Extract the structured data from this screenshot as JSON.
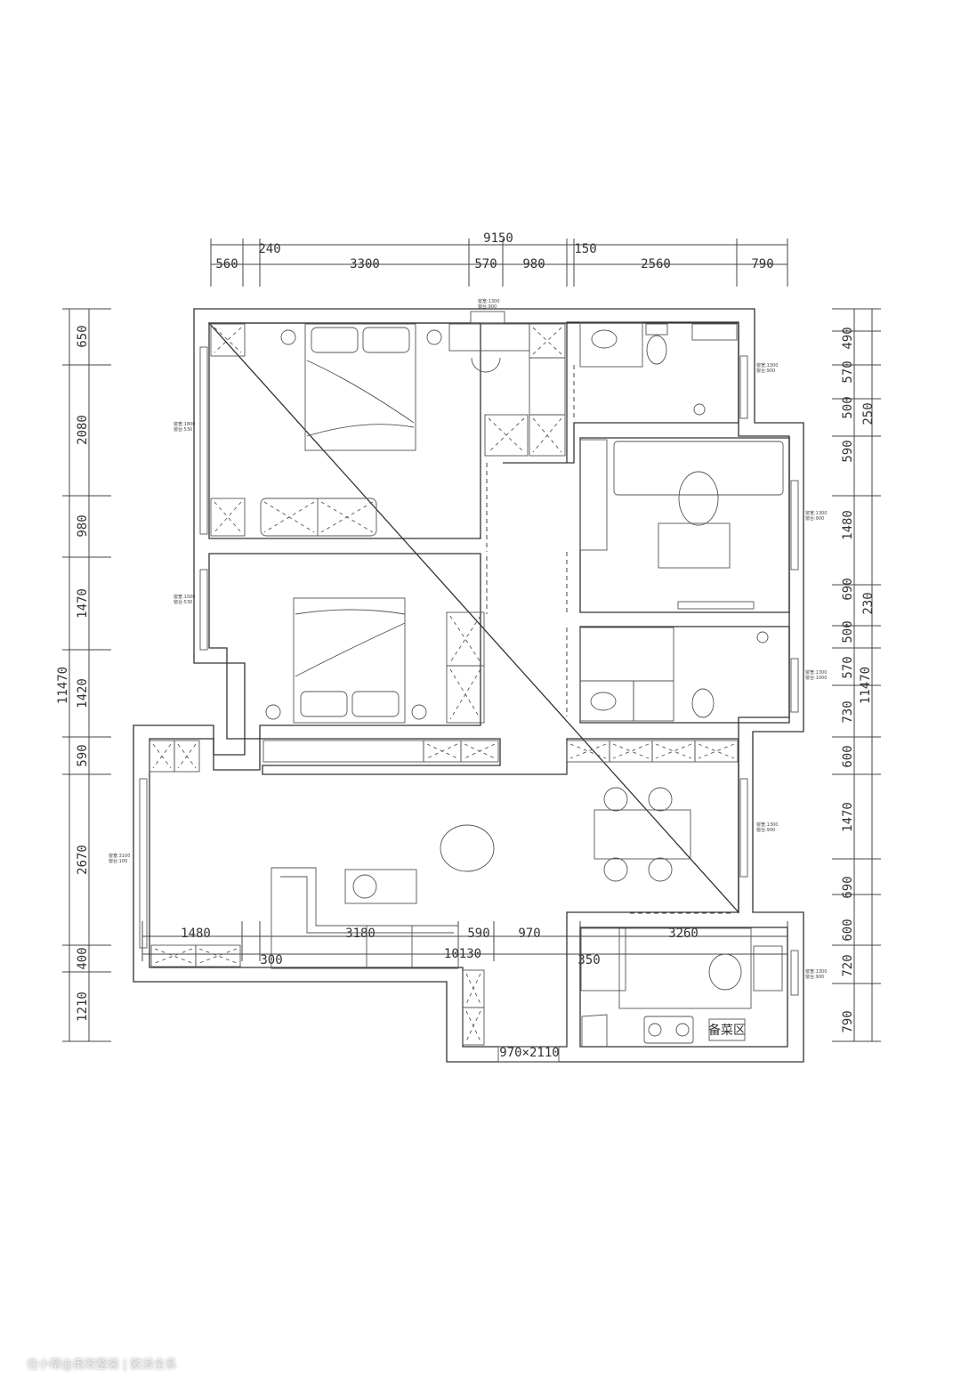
{
  "title": "户型平面布置图",
  "dimensions": {
    "top_total": "9150",
    "top_segments": [
      "560",
      "3300",
      "570",
      "980",
      "2560",
      "790"
    ],
    "top_offsets": [
      "240",
      "150"
    ],
    "bottom_total": "10130",
    "bottom_segments": [
      "1480",
      "3180",
      "590",
      "970",
      "3260"
    ],
    "bottom_offsets": [
      "300",
      "350"
    ],
    "left_total": "11470",
    "left_segments": [
      "650",
      "2080",
      "980",
      "1470",
      "1420",
      "590",
      "2670",
      "400",
      "1210"
    ],
    "right_total": "11470",
    "right_segments": [
      "490",
      "570",
      "500",
      "590",
      "1480",
      "690",
      "500",
      "570",
      "730",
      "600",
      "1470",
      "690",
      "600",
      "720",
      "790"
    ],
    "right_offsets": [
      "250",
      "230"
    ]
  },
  "window_labels": [
    {
      "width": "窗宽:1300",
      "sill": "窗台:900"
    },
    {
      "width": "窗宽:1300",
      "sill": "窗台:900"
    },
    {
      "width": "窗宽:1800",
      "sill": "窗台:530"
    },
    {
      "width": "窗宽:1500",
      "sill": "窗台:530"
    },
    {
      "width": "窗宽:1300",
      "sill": "窗台:900"
    },
    {
      "width": "窗宽:1300",
      "sill": "窗台:1000"
    },
    {
      "width": "窗宽:1300",
      "sill": "窗台:900"
    },
    {
      "width": "窗宽:3100",
      "sill": "窗台:100"
    },
    {
      "width": "窗宽:1300",
      "sill": "窗台:900"
    }
  ],
  "door_label": "970×2110",
  "kitchen_prep_label": "备菜区",
  "watermark": "住小帮@奥效整装 | 欧派全系"
}
